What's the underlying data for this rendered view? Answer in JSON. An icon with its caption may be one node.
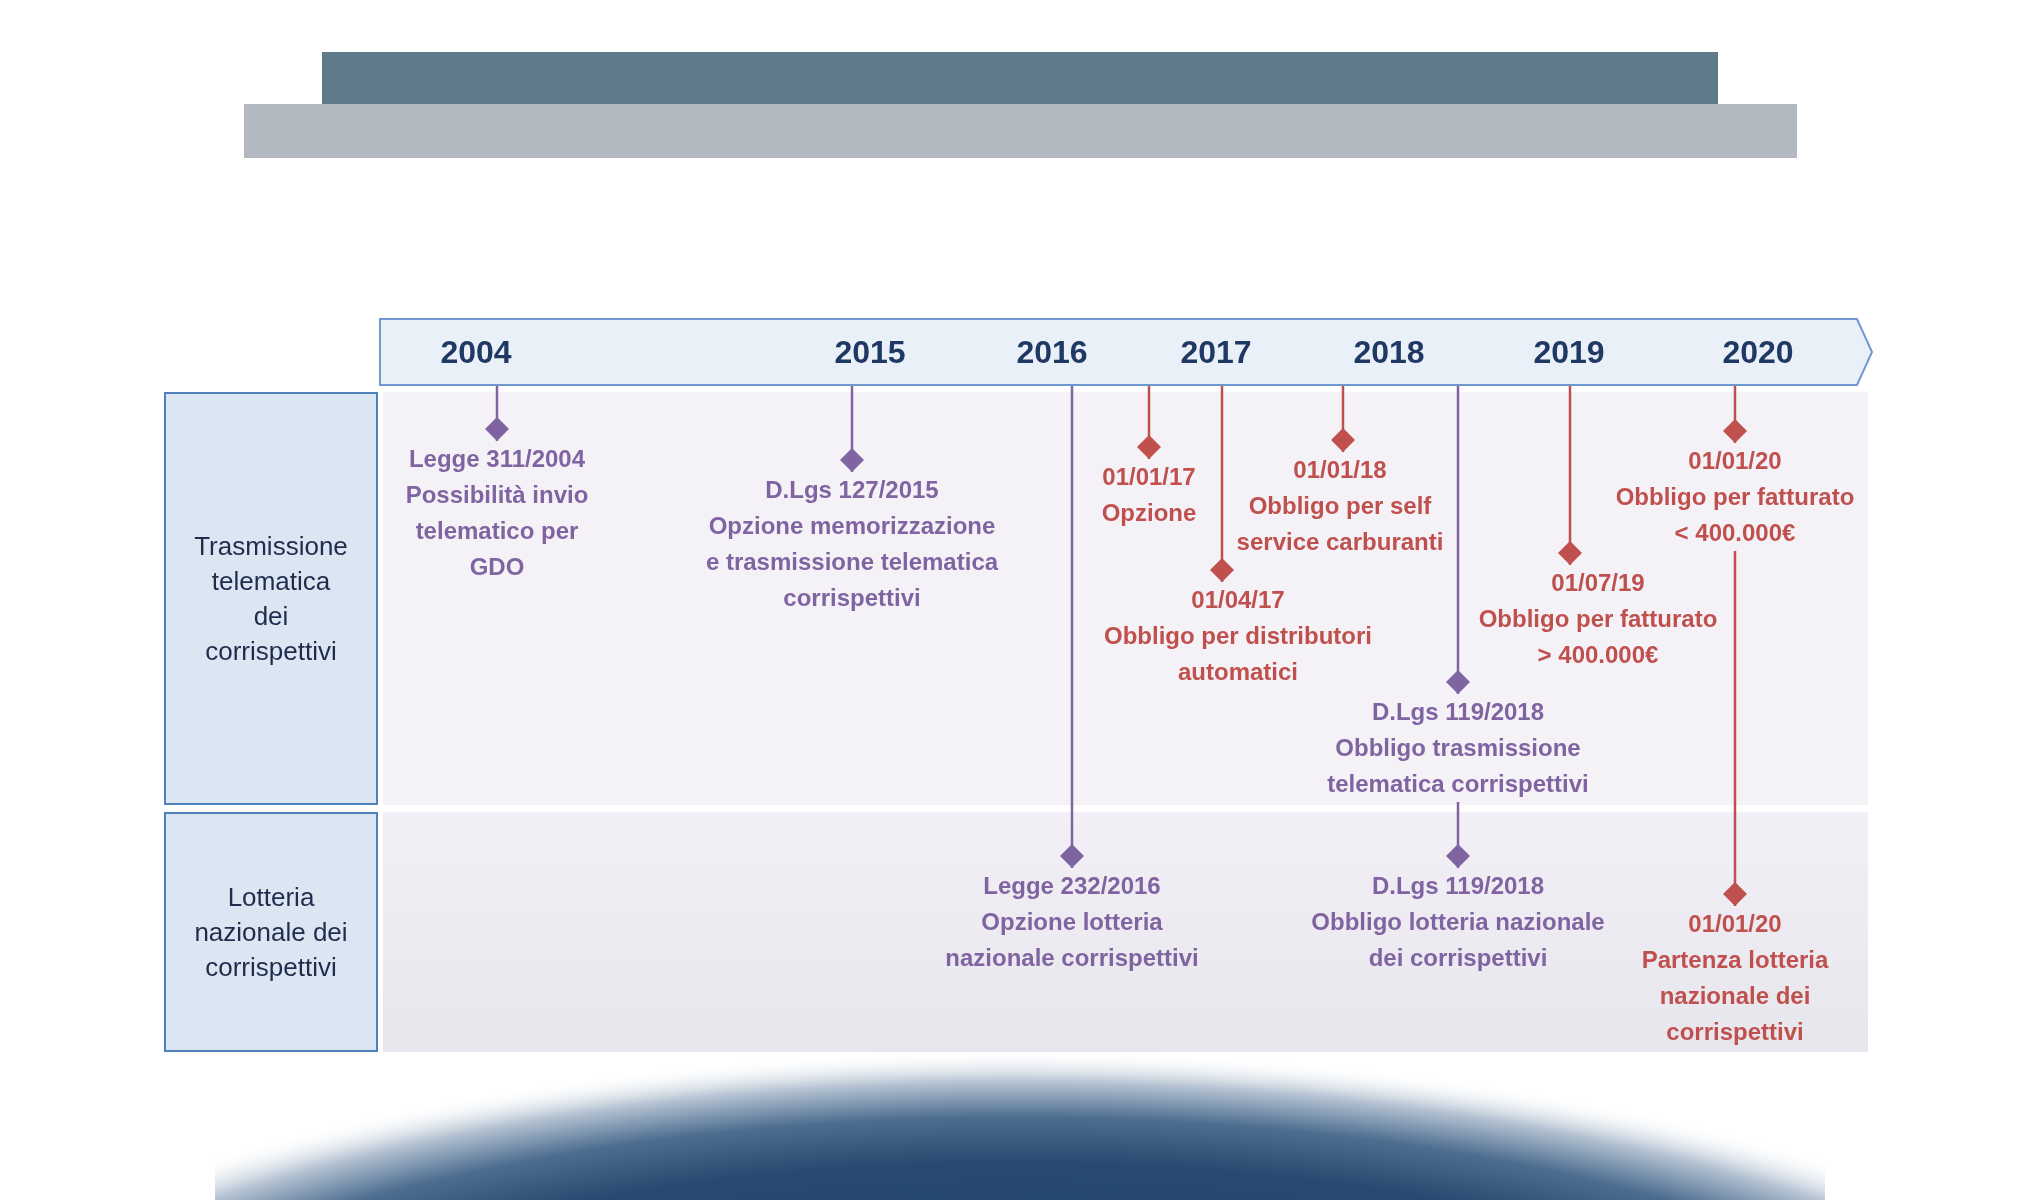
{
  "diagram": {
    "nodes": [
      {
        "text": [
          "2004",
          "2015",
          "2016",
          "2017",
          "2018",
          "2019",
          "2020"
        ]
      },
      {
        "text": [
          "Trasmissione telematica dei corrispettivi"
        ]
      },
      {
        "text": [],
        "shape": "band"
      },
      {
        "text": [
          "Legge 311/2004",
          "Possibilità invio telematico per GDO"
        ],
        "in": 2
      },
      {
        "text": [
          "D.Lgs 127/2015",
          "Opzione memorizzazione e trasmissione telematica corrispettivi"
        ],
        "in": 2
      },
      {
        "text": [
          "01/01/17",
          "Opzione"
        ],
        "in": 2
      },
      {
        "text": [
          "01/04/17",
          "Obbligo per distributori automatici"
        ],
        "in": 2
      },
      {
        "text": [
          "01/01/18",
          "Obbligo per self service carburanti"
        ],
        "in": 2
      },
      {
        "text": [
          "D.Lgs 119/2018",
          "Obbligo trasmissione telematica corrispettivi"
        ],
        "in": 2
      },
      {
        "text": [
          "01/07/19",
          "Obbligo per fatturato > 400.000€"
        ],
        "in": 2
      },
      {
        "text": [
          "01/01/20",
          "Obbligo per fatturato < 400.000€"
        ],
        "in": 2
      },
      {
        "text": [
          "Lotteria nazionale dei corrispettivi"
        ]
      },
      {
        "text": [],
        "shape": "band"
      },
      {
        "text": [
          "Legge 232/2016",
          "Opzione lotteria nazionale corrispettivi"
        ],
        "in": 12
      },
      {
        "text": [
          "D.Lgs 119/2018",
          "Obbligo lotteria nazionale dei corrispettivi"
        ],
        "in": 12
      },
      {
        "text": [
          "01/01/20",
          "Partenza lotteria nazionale dei corrispettivi"
        ],
        "in": 12
      }
    ],
    "edges": [
      {
        "from": 0,
        "to": 3,
        "arrow": "other",
        "color": "#8064a2"
      },
      {
        "from": 0,
        "to": 4,
        "arrow": "other",
        "color": "#8064a2"
      },
      {
        "from": 0,
        "to": 5,
        "arrow": "other"
      },
      {
        "from": 0,
        "to": 6,
        "arrow": "other"
      },
      {
        "from": 0,
        "to": 7,
        "arrow": "other"
      },
      {
        "from": 0,
        "to": 8,
        "arrow": "other",
        "color": "#8064a2"
      },
      {
        "from": 0,
        "to": 9,
        "arrow": "other"
      },
      {
        "from": 0,
        "to": 10,
        "arrow": "other"
      },
      {
        "from": 0,
        "to": 13,
        "arrow": "other",
        "color": "#8064a2"
      },
      {
        "from": 8,
        "to": 14,
        "arrow": "other",
        "color": "#8064a2"
      },
      {
        "from": 10,
        "to": 15,
        "arrow": "other"
      }
    ]
  }
}
